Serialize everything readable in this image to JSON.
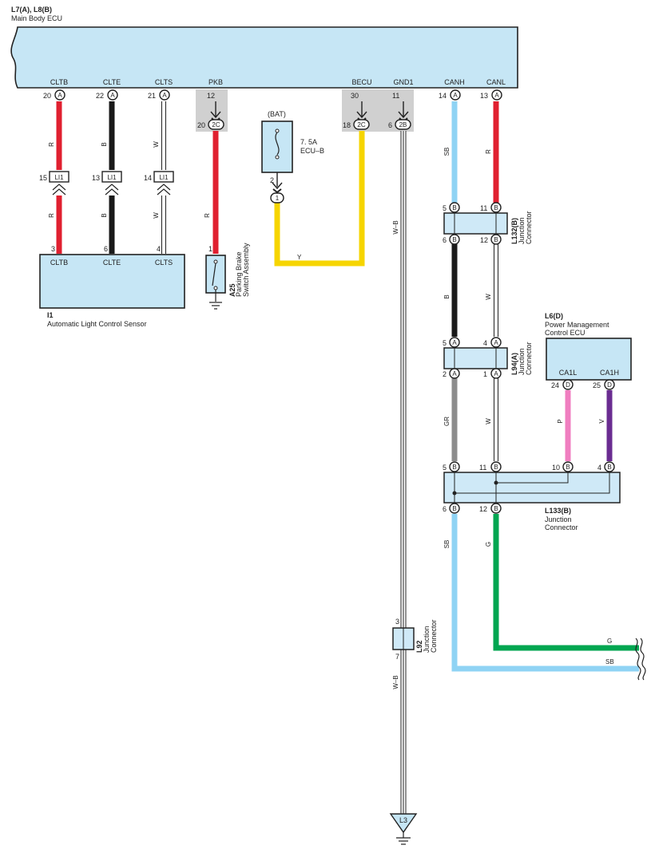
{
  "main_ecu": {
    "code": "L7(A), L8(B)",
    "name": "Main Body ECU"
  },
  "ecu_terminals": [
    "CLTB",
    "CLTE",
    "CLTS",
    "PKB",
    "BECU",
    "GND1",
    "CANH",
    "CANL"
  ],
  "ecu_pins": [
    "20",
    "22",
    "21",
    "12",
    "30",
    "11",
    "14",
    "13"
  ],
  "conn_letters": {
    "A": "A",
    "B": "B",
    "D": "D",
    "2C": "2C",
    "2B": "2B"
  },
  "gray_pins": [
    "20",
    "18",
    "6"
  ],
  "li1": {
    "label": "LI1",
    "pins": [
      "15",
      "13",
      "14"
    ]
  },
  "wires": {
    "R": "R",
    "B": "B",
    "W": "W",
    "SB": "SB",
    "Y": "Y",
    "WB": "W–B",
    "GR": "GR",
    "P": "P",
    "V": "V",
    "G": "G"
  },
  "sensor": {
    "code": "I1",
    "name": "Automatic Light Control Sensor",
    "terminals": [
      "CLTB",
      "CLTE",
      "CLTS"
    ],
    "pins": [
      "3",
      "6",
      "4"
    ]
  },
  "parking": {
    "code": "A25",
    "name1": "Parking Brake",
    "name2": "Switch Assembly",
    "pin": "1"
  },
  "fuse": {
    "source": "(BAT)",
    "rating": "7. 5A",
    "name": "ECU–B",
    "pin": "2",
    "pill": "1"
  },
  "l132": {
    "code": "L132(B)",
    "name1": "Junction",
    "name2": "Connector",
    "top": [
      "5",
      "11"
    ],
    "bottom": [
      "6",
      "12"
    ]
  },
  "l94": {
    "code": "L94(A)",
    "name1": "Junction",
    "name2": "Connector",
    "top": [
      "5",
      "4"
    ],
    "bottom": [
      "2",
      "1"
    ]
  },
  "l6": {
    "code": "L6(D)",
    "name1": "Power Management",
    "name2": "Control ECU",
    "terminals": [
      "CA1L",
      "CA1H"
    ],
    "pins": [
      "24",
      "25"
    ]
  },
  "l133": {
    "code": "L133(B)",
    "name1": "Junction",
    "name2": "Connector",
    "top": [
      "5",
      "11",
      "10",
      "4"
    ],
    "bottom": [
      "6",
      "12"
    ]
  },
  "l92": {
    "code": "L92",
    "name1": "Junction",
    "name2": "Connector",
    "top": "3",
    "bottom": "7"
  },
  "ground": {
    "label": "L3"
  }
}
